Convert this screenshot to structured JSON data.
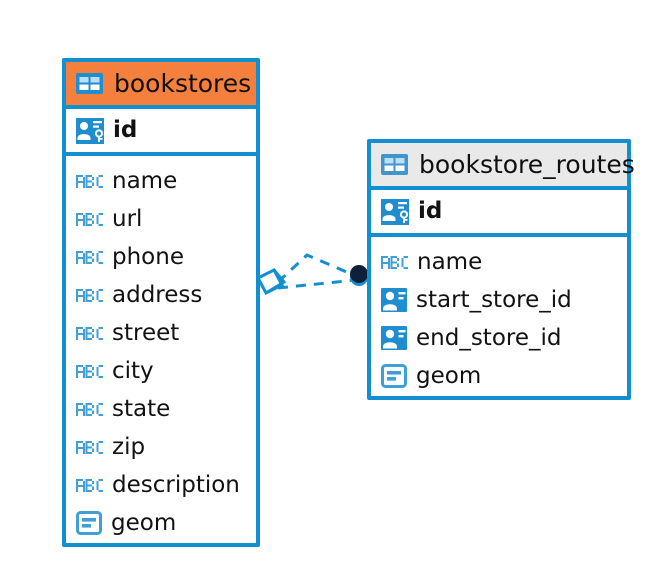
{
  "diagram": {
    "type": "entity-relationship-diagram",
    "background_color": "#ffffff",
    "accent_blue": "#128fd1",
    "accent_orange": "#f5803e",
    "header_gray": "#e9e9e9",
    "connector_color": "#128fd1",
    "connector_endpoint_color": "#11203a"
  },
  "entities": [
    {
      "name": "bookstores",
      "header_color": "#f5803e",
      "table_icon": "table-icon",
      "primary_key": {
        "label": "id",
        "icon": "primary-key-icon"
      },
      "fields": [
        {
          "label": "name",
          "icon": "text-abc-icon"
        },
        {
          "label": "url",
          "icon": "text-abc-icon"
        },
        {
          "label": "phone",
          "icon": "text-abc-icon"
        },
        {
          "label": "address",
          "icon": "text-abc-icon"
        },
        {
          "label": "street",
          "icon": "text-abc-icon"
        },
        {
          "label": "city",
          "icon": "text-abc-icon"
        },
        {
          "label": "state",
          "icon": "text-abc-icon"
        },
        {
          "label": "zip",
          "icon": "text-abc-icon"
        },
        {
          "label": "description",
          "icon": "text-abc-icon"
        },
        {
          "label": "geom",
          "icon": "geometry-icon"
        }
      ]
    },
    {
      "name": "bookstore_routes",
      "header_color": "#e9e9e9",
      "table_icon": "table-icon",
      "primary_key": {
        "label": "id",
        "icon": "primary-key-icon"
      },
      "fields": [
        {
          "label": "name",
          "icon": "text-abc-icon"
        },
        {
          "label": "start_store_id",
          "icon": "foreign-key-icon"
        },
        {
          "label": "end_store_id",
          "icon": "foreign-key-icon"
        },
        {
          "label": "geom",
          "icon": "geometry-icon"
        }
      ]
    }
  ],
  "relationships": [
    {
      "from": "bookstores",
      "to": "bookstore_routes",
      "from_marker": "crows-foot-diamond",
      "to_marker": "filled-circle",
      "line_style": "dashed",
      "branches": 2
    }
  ]
}
